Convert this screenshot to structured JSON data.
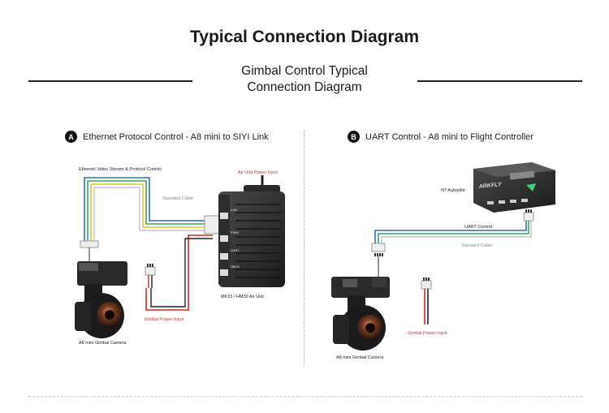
{
  "title": "Typical Connection Diagram",
  "subtitle_lines": [
    "Gimbal Control Typical",
    "Connection Diagram"
  ],
  "section_a": {
    "badge": "A",
    "heading": "Ethernet Protocol Control - A8 mini to SIYI Link",
    "labels": {
      "ethernet": "Ethernet Video Stream & Protocol Control",
      "cable": "Standard Cable",
      "air_power": "Air Unit Power Input",
      "air_unit": "MK15 / HM30 Air Unit",
      "gimbal_power": "Gimbal Power Input",
      "camera": "A8 mini Gimbal Camera"
    },
    "port_labels": [
      "LAN",
      "PWM",
      "UART",
      "SBUS"
    ]
  },
  "section_b": {
    "badge": "B",
    "heading": "UART Control - A8 mini to Flight Controller",
    "labels": {
      "autopilot": "N7 Autopilot",
      "uart": "UART Control",
      "cable": "Standard Cable",
      "gimbal_power": "Gimbal Power Input",
      "camera": "A8 mini Gimbal Camera"
    },
    "autopilot_brand": "ARKFLY"
  },
  "colors": {
    "wire_blue": "#2f6fb8",
    "wire_green": "#3aa35a",
    "wire_yellow": "#e8c22a",
    "wire_white": "#c8c8c8",
    "wire_red": "#d42a1e",
    "wire_black": "#222222",
    "label_red": "#d0342c",
    "label_gray": "#888888"
  }
}
